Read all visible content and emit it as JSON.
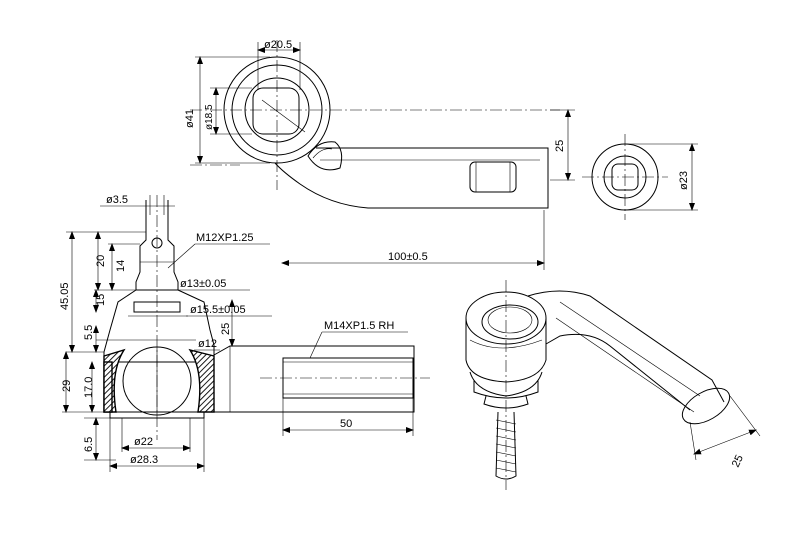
{
  "dimensions": {
    "top_view": {
      "dia_20_5": "ø20.5",
      "dia_41": "ø41",
      "dia_18_5": "ø18.5",
      "height_25": "25"
    },
    "end_view": {
      "dia_23": "ø23"
    },
    "overall_length": "100±0.5",
    "side_view": {
      "dia_3_5": "ø3.5",
      "thread_m12": "M12XP1.25",
      "d_20": "20",
      "d_14": "14",
      "d_45_05": "45.05",
      "dia_13": "ø13±0.05",
      "d_15": "15",
      "dia_15_5": "ø15.5±0.05",
      "d_5_5": "5.5",
      "d_25": "25",
      "dia_12": "ø12",
      "thread_m14": "M14XP1.5 RH",
      "d_29": "29",
      "d_17": "17.0",
      "d_50": "50",
      "dia_22": "ø22",
      "d_6_5": "6.5",
      "dia_28_3": "ø28.3"
    },
    "iso_view": {
      "d_25": "25"
    }
  }
}
